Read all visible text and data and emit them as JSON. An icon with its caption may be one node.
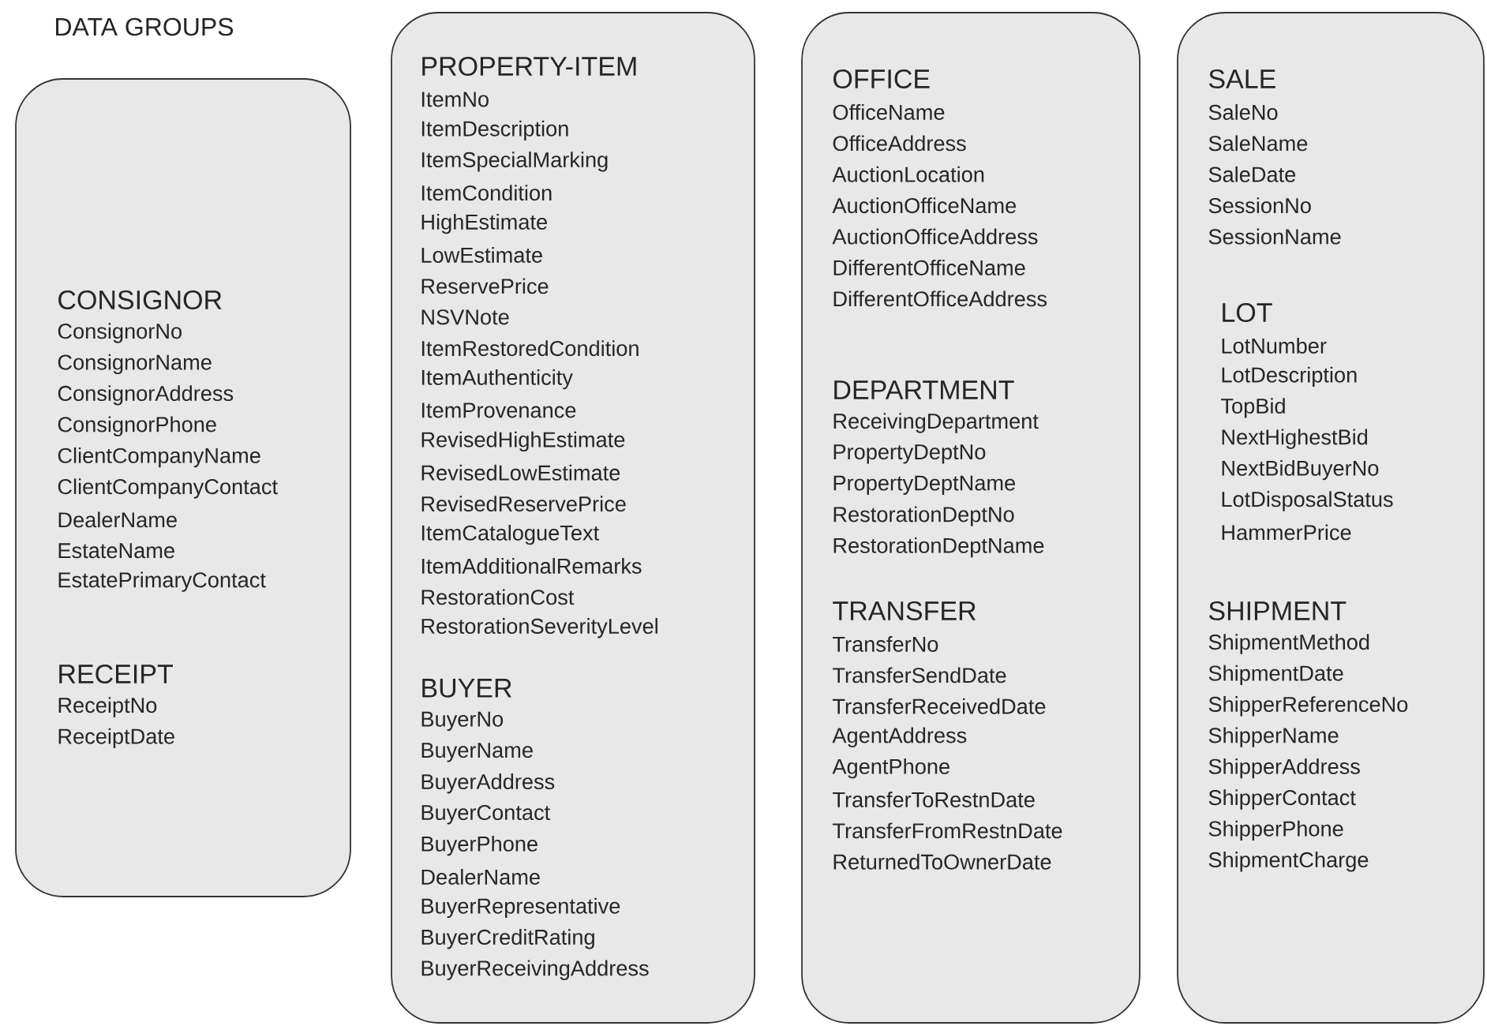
{
  "diagram": {
    "title": "DATA GROUPS",
    "nodes": [
      {
        "text": [
          "CONSIGNOR",
          "ConsignorNo",
          "ConsignorName",
          "ConsignorAddress",
          "ConsignorPhone",
          "ClientCompanyName",
          "ClientCompanyContact",
          "DealerName",
          "EstateName",
          "EstatePrimaryContact",
          "RECEIPT",
          "ReceiptNo",
          "ReceiptDate"
        ]
      },
      {
        "text": [
          "PROPERTY-ITEM",
          "ItemNo",
          "ItemDescription",
          "ItemSpecialMarking",
          "ItemCondition",
          "HighEstimate",
          "LowEstimate",
          "ReservePrice",
          "NSVNote",
          "ItemRestoredCondition",
          "ItemAuthenticity",
          "ItemProvenance",
          "RevisedHighEstimate",
          "RevisedLowEstimate",
          "RevisedReservePrice",
          "ItemCatalogueText",
          "ItemAdditionalRemarks",
          "RestorationCost",
          "RestorationSeverityLevel",
          "BUYER",
          "BuyerNo",
          "BuyerName",
          "BuyerAddress",
          "BuyerContact",
          "BuyerPhone",
          "DealerName",
          "BuyerRepresentative",
          "BuyerCreditRating",
          "BuyerReceivingAddress"
        ]
      },
      {
        "text": [
          "OFFICE",
          "OfficeName",
          "OfficeAddress",
          "AuctionLocation",
          "AuctionOfficeName",
          "AuctionOfficeAddress",
          "DifferentOfficeName",
          "DifferentOfficeAddress",
          "DEPARTMENT",
          "ReceivingDepartment",
          "PropertyDeptNo",
          "PropertyDeptName",
          "RestorationDeptNo",
          "RestorationDeptName",
          "TRANSFER",
          "TransferNo",
          "TransferSendDate",
          "TransferReceivedDate",
          "AgentAddress",
          "AgentPhone",
          "TransferToRestnDate",
          "TransferFromRestnDate",
          "ReturnedToOwnerDate"
        ]
      },
      {
        "text": [
          "SALE",
          "SaleNo",
          "SaleName",
          "SaleDate",
          "SessionNo",
          "SessionName",
          "LOT",
          "LotNumber",
          "LotDescription",
          "TopBid",
          "NextHighestBid",
          "NextBidBuyerNo",
          "LotDisposalStatus",
          "HammerPrice",
          "SHIPMENT",
          "ShipmentMethod",
          "ShipmentDate",
          "ShipperReferenceNo",
          "ShipperName",
          "ShipperAddress",
          "ShipperContact",
          "ShipperPhone",
          "ShipmentCharge"
        ]
      }
    ]
  }
}
